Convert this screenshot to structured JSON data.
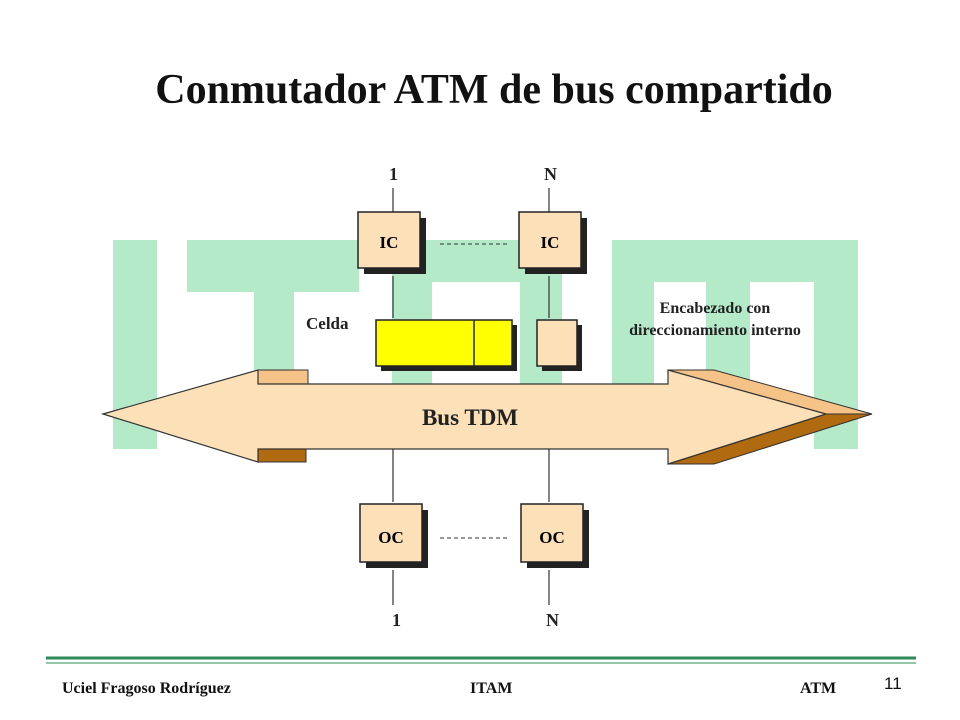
{
  "title": "Conmutador ATM de bus compartido",
  "colors": {
    "watermark": "#b5eac9",
    "bus_fill": "#fce0b8",
    "bus_dark": "#b06a10",
    "bus_side": "#f5c287",
    "cell_fill": "#ffff00",
    "header_fill": "#fce0b8",
    "box_fill": "#fce0b8",
    "footer_rule": "#2e8b57"
  },
  "diagram": {
    "input_ports": {
      "first": "1",
      "last": "N"
    },
    "output_ports": {
      "first": "1",
      "last": "N"
    },
    "input_controllers": [
      "IC",
      "IC"
    ],
    "output_controllers": [
      "OC",
      "OC"
    ],
    "bus_label": "Bus TDM",
    "cell_label": "Celda",
    "header_label_line1": "Encabezado con",
    "header_label_line2": "direccionamiento  interno"
  },
  "footer": {
    "author": "Uciel Fragoso Rodríguez",
    "org": "ITAM",
    "topic": "ATM",
    "page": "11"
  }
}
